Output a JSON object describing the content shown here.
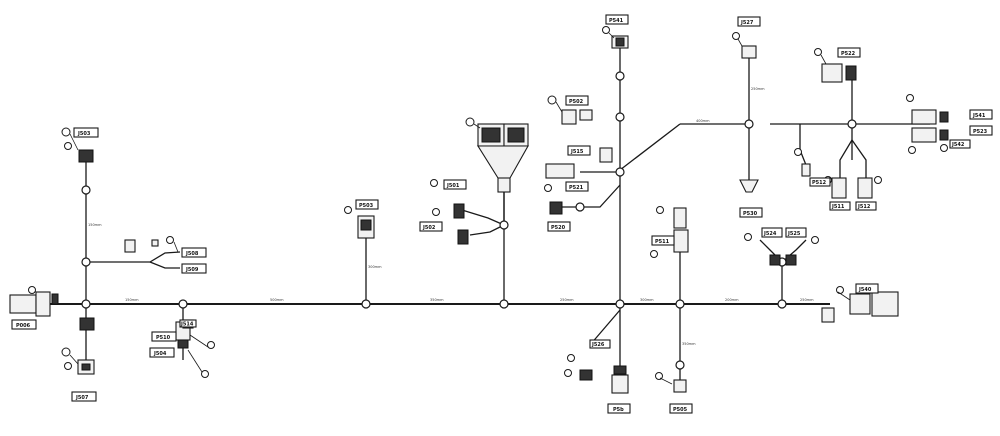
{
  "connectors": [
    {
      "id": "c_p006",
      "label": "P006"
    },
    {
      "id": "c_j503",
      "label": "J503"
    },
    {
      "id": "c_j507",
      "label": "J507"
    },
    {
      "id": "c_j508",
      "label": "J508"
    },
    {
      "id": "c_j509",
      "label": "J509"
    },
    {
      "id": "c_p510",
      "label": "P510"
    },
    {
      "id": "c_j504",
      "label": "J504"
    },
    {
      "id": "c_j514",
      "label": "J514"
    },
    {
      "id": "c_p503",
      "label": "P503"
    },
    {
      "id": "c_j502",
      "label": "J502"
    },
    {
      "id": "c_j501",
      "label": "J501"
    },
    {
      "id": "c_p541",
      "label": "P541"
    },
    {
      "id": "c_p502",
      "label": "P502"
    },
    {
      "id": "c_j515",
      "label": "J515"
    },
    {
      "id": "c_p521",
      "label": "P521"
    },
    {
      "id": "c_j527",
      "label": "J527"
    },
    {
      "id": "c_p520",
      "label": "P520"
    },
    {
      "id": "c_p511",
      "label": "P511"
    },
    {
      "id": "c_j524",
      "label": "J524"
    },
    {
      "id": "c_j525",
      "label": "J525"
    },
    {
      "id": "c_j540",
      "label": "J540"
    },
    {
      "id": "c_p530",
      "label": "P530"
    },
    {
      "id": "c_j526",
      "label": "J526"
    },
    {
      "id": "c_p505",
      "label": "P505"
    },
    {
      "id": "c_p512",
      "label": "P512"
    },
    {
      "id": "c_j511",
      "label": "J511"
    },
    {
      "id": "c_j512",
      "label": "J512"
    },
    {
      "id": "c_p522",
      "label": "P522"
    },
    {
      "id": "c_p523",
      "label": "P523"
    },
    {
      "id": "c_j541",
      "label": "J541"
    },
    {
      "id": "c_j542",
      "label": "J542"
    },
    {
      "id": "c_p5b",
      "label": "P5b"
    }
  ],
  "segment_labels": [
    {
      "id": "s1",
      "text": "150mm"
    },
    {
      "id": "s2",
      "text": "500mm"
    },
    {
      "id": "s3",
      "text": "350mm"
    },
    {
      "id": "s4",
      "text": "250mm"
    },
    {
      "id": "s5",
      "text": "300mm"
    },
    {
      "id": "s6",
      "text": "200mm"
    },
    {
      "id": "s7",
      "text": "250mm"
    },
    {
      "id": "s8",
      "text": "150mm"
    },
    {
      "id": "s9",
      "text": "300mm"
    },
    {
      "id": "s10",
      "text": "400mm"
    },
    {
      "id": "s11",
      "text": "250mm"
    },
    {
      "id": "s12",
      "text": "350mm"
    }
  ]
}
